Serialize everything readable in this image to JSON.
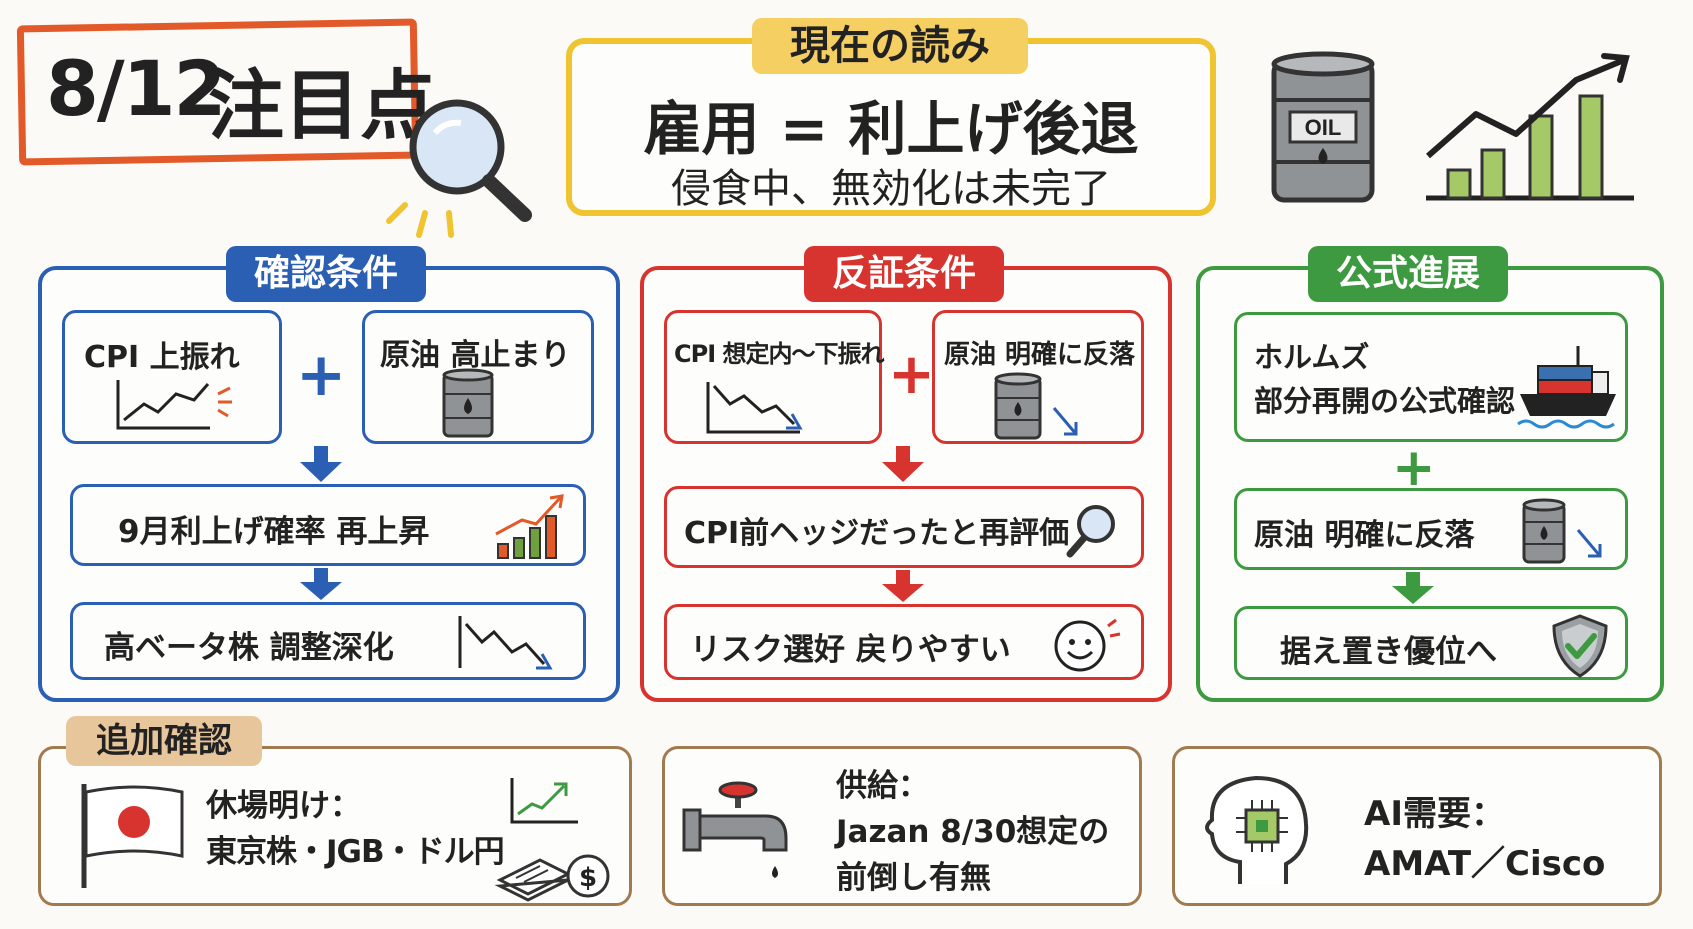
{
  "header": {
    "date_label": "8/12",
    "title": "注目点"
  },
  "reading": {
    "tag": "現在の読み",
    "headline": "雇用 = 利上げ後退",
    "subline": "侵食中、無効化は未完了"
  },
  "icons_top": {
    "oil_label": "OIL"
  },
  "confirm": {
    "tag": "確認条件",
    "box1": "CPI 上振れ",
    "box2": "原油 高止まり",
    "step1": "9月利上げ確率 再上昇",
    "step2": "高ベータ株 調整深化"
  },
  "refute": {
    "tag": "反証条件",
    "box1": "CPI 想定内～下振れ",
    "box2": "原油 明確に反落",
    "step1": "CPI前ヘッジだったと再評価",
    "step2": "リスク選好 戻りやすい"
  },
  "official": {
    "tag": "公式進展",
    "box1_line1": "ホルムズ",
    "box1_line2": "部分再開の公式確認",
    "step1": "原油 明確に反落",
    "step2": "据え置き優位へ"
  },
  "extra": {
    "tag": "追加確認",
    "card1_line1": "休場明け：",
    "card1_line2": "東京株・JGB・ドル円",
    "card2_line1": "供給：",
    "card2_line2": "Jazan 8/30想定の",
    "card2_line3": "前倒し有無",
    "card3_line1": "AI需要：",
    "card3_line2": "AMAT／Cisco"
  },
  "colors": {
    "orange": "#e2592a",
    "yellow": "#f0c330",
    "blue": "#2b5fb4",
    "red": "#d8342f",
    "green": "#3e9a40",
    "brown": "#a07b4f",
    "tag_yellow": "#f6cf63",
    "tag_brown": "#e7c69b"
  }
}
